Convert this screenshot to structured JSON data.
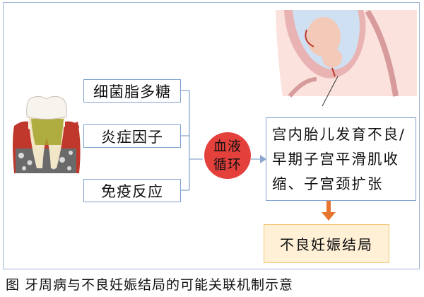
{
  "factors": [
    "细菌脂多糖",
    "炎症因子",
    "免疫反应"
  ],
  "circle": {
    "line1": "血液",
    "line2": "循环"
  },
  "outcomes": [
    "宫内胎儿发育不良/",
    "早期子宫平滑肌收",
    "缩、子宫颈扩张"
  ],
  "final_outcome": "不良妊娠结局",
  "caption": "图 牙周病与不良妊娠结局的可能关联机制示意",
  "colors": {
    "box_border": "#7fa3cf",
    "circle": "#e4413d",
    "final_fill": "#fff0d6",
    "down_arrow": "#e8752f",
    "connector": "#8aa8cc"
  }
}
